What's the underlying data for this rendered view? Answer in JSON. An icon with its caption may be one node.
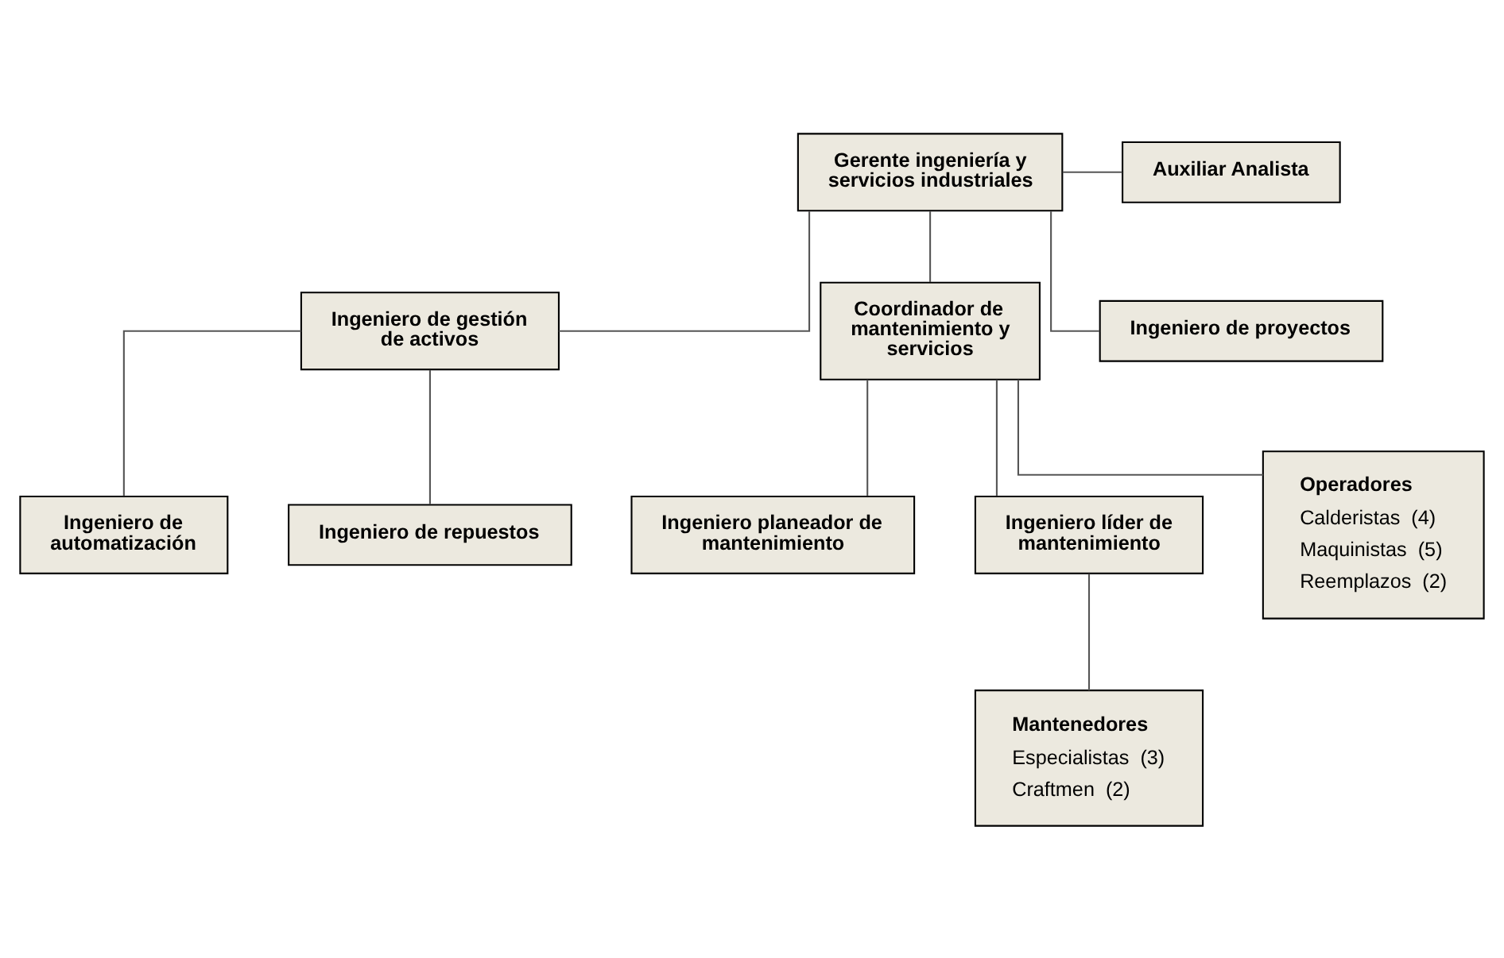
{
  "diagram": {
    "nodes": [
      {
        "text": [
          "Gerente ingeniería y servicios industriales"
        ]
      },
      {
        "text": [
          "Auxiliar Analista"
        ]
      },
      {
        "text": [
          "Ingeniero de gestión de activos"
        ]
      },
      {
        "text": [
          "Coordinador de mantenimiento y servicios"
        ]
      },
      {
        "text": [
          "Ingeniero de proyectos"
        ]
      },
      {
        "text": [
          "Ingeniero de automatización"
        ]
      },
      {
        "text": [
          "Ingeniero de repuestos"
        ]
      },
      {
        "text": [
          "Ingeniero planeador de mantenimiento"
        ]
      },
      {
        "text": [
          "Ingeniero líder de mantenimiento"
        ]
      },
      {
        "text": [
          "Operadores",
          "Calderistas  (4)",
          "Maquinistas  (5)",
          "Reemplazos  (2)"
        ]
      },
      {
        "text": [
          "Mantenedores",
          "Especialistas  (3)",
          "Craftmen  (2)"
        ]
      }
    ],
    "edges": [
      {
        "from": 0,
        "to": 1,
        "arrow": "none"
      },
      {
        "from": 0,
        "to": 2,
        "arrow": "none"
      },
      {
        "from": 0,
        "to": 3,
        "arrow": "none"
      },
      {
        "from": 0,
        "to": 4,
        "arrow": "none"
      },
      {
        "from": 2,
        "to": 5,
        "arrow": "none"
      },
      {
        "from": 2,
        "to": 6,
        "arrow": "none"
      },
      {
        "from": 3,
        "to": 9,
        "arrow": "none"
      },
      {
        "from": 3,
        "to": 7,
        "arrow": "none"
      },
      {
        "from": 3,
        "to": 8,
        "arrow": "none"
      },
      {
        "from": 8,
        "to": 10,
        "arrow": "none"
      }
    ]
  }
}
